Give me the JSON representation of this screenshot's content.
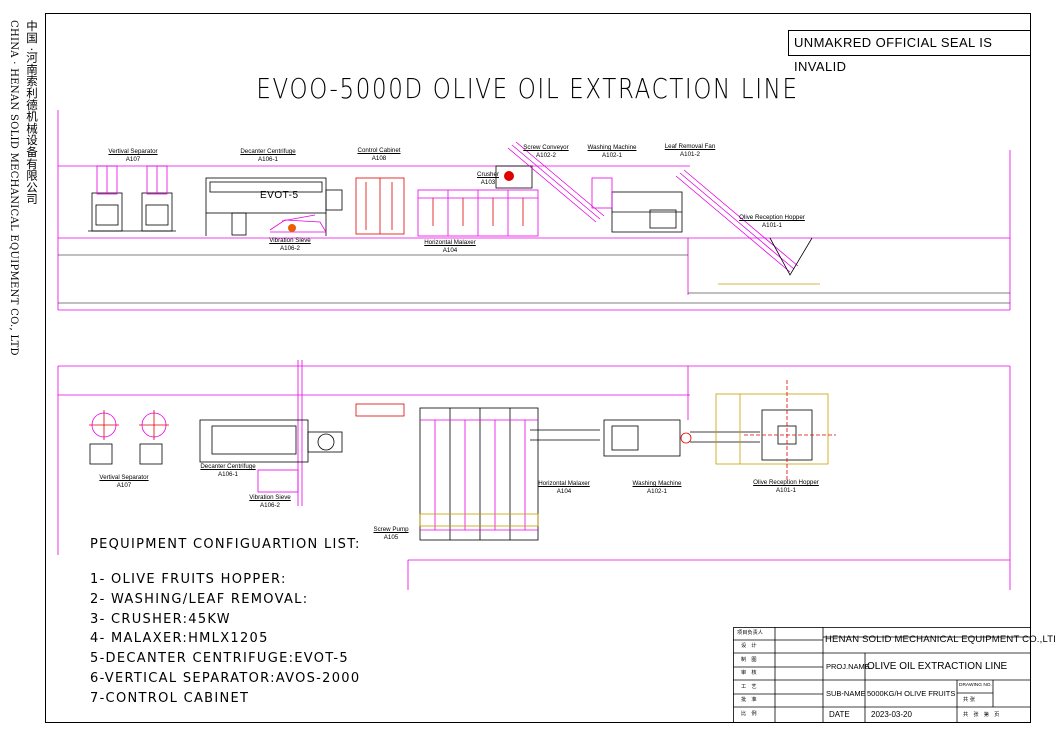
{
  "side_text": {
    "chinese": "中国 ·河南索利德机械设备有限公司",
    "english": "CHINA · HENAN SOLID MECHANICAL EQUIPMENT CO., LTD"
  },
  "seal_notice": "UNMAKRED OFFICIAL SEAL IS INVALID",
  "title": "EVOO-5000D OLIVE OIL EXTRACTION LINE",
  "elevation_labels": [
    {
      "name": "Vertival Separator",
      "code": "A107"
    },
    {
      "name": "Decanter Centrifuge",
      "code": "A106-1"
    },
    {
      "name": "Control Cabinet",
      "code": "A108"
    },
    {
      "name": "Crusher",
      "code": "A103"
    },
    {
      "name": "Screw Conveyor",
      "code": "A102-2"
    },
    {
      "name": "Washing Machine",
      "code": "A102-1"
    },
    {
      "name": "Leaf Removal Fan",
      "code": "A101-2"
    },
    {
      "name": "Olive Reception Hopper",
      "code": "A101-1"
    },
    {
      "name": "Vibration Sieve",
      "code": "A106-2"
    },
    {
      "name": "Horizontal Malaxer",
      "code": "A104"
    }
  ],
  "decanter_tag": "EVOT-5",
  "plan_labels": [
    {
      "name": "Vertival Separator",
      "code": "A107"
    },
    {
      "name": "Decanter Centrifuge",
      "code": "A106-1"
    },
    {
      "name": "Vibration Sieve",
      "code": "A106-2"
    },
    {
      "name": "Horizontal Malaxer",
      "code": "A104"
    },
    {
      "name": "Washing Machine",
      "code": "A102-1"
    },
    {
      "name": "Olive Reception Hopper",
      "code": "A101-1"
    },
    {
      "name": "Screw Pump",
      "code": "A105"
    }
  ],
  "equipment_list": {
    "heading": "PEQUIPMENT CONFIGUARTION LIST:",
    "items": [
      "1- OLIVE FRUITS HOPPER:",
      "2- WASHING/LEAF REMOVAL:",
      "3- CRUSHER:45KW",
      "4- MALAXER:HMLX1205",
      "5-DECANTER CENTRIFUGE:EVOT-5",
      "6-VERTICAL SEPARATOR:AVOS-2000",
      "7-CONTROL CABINET"
    ]
  },
  "title_block": {
    "left_rows": [
      "项目负责人",
      "设　计",
      "制　图",
      "审　核",
      "工　艺",
      "批　准",
      "比　例"
    ],
    "company": "HENAN SOLID MECHANICAL EQUIPMENT CO.,LTD",
    "proj_label": "PROJ.NAME",
    "proj_value": "OLIVE OIL EXTRACTION LINE",
    "sub_label": "SUB-NAME",
    "sub_value": "5000KG/H OLIVE FRUITS",
    "drawing_no_label": "DRAWING NO.",
    "sheet_label": "共 张",
    "date_label": "DATE",
    "date_value": "2023-03-20",
    "pages_label": "共　张　第　页"
  },
  "colors": {
    "magenta": "#e600e6",
    "red": "#e00000",
    "gold": "#c8a000",
    "line": "#000000"
  }
}
